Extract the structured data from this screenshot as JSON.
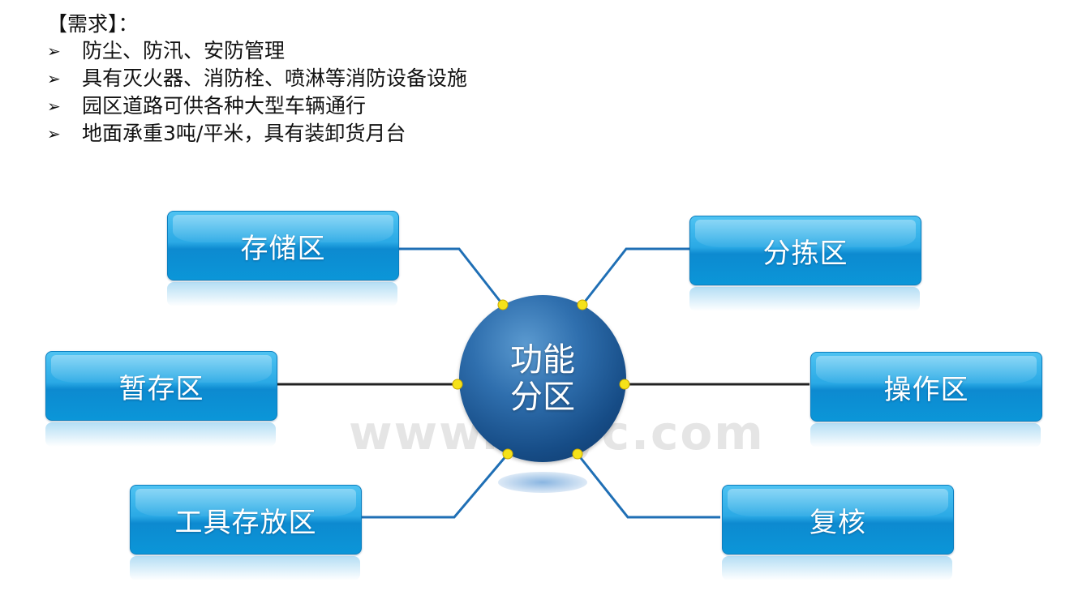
{
  "requirements": {
    "title": "【需求】：",
    "bullet_symbol": "➢",
    "items": [
      "防尘、防汛、安防管理",
      "具有灭火器、消防栓、喷淋等消防设备设施",
      "园区道路可供各种大型车辆通行",
      "地面承重3吨/平米，具有装卸货月台"
    ]
  },
  "diagram": {
    "hub_line1": "功能",
    "hub_line2": "分区",
    "zones": {
      "storage": "存储区",
      "temporary": "暂存区",
      "tools": "工具存放区",
      "sorting": "分拣区",
      "operation": "操作区",
      "recheck": "复核"
    },
    "watermark": "www.50yc.com",
    "colors": {
      "zone_fill": "#1fa3e1",
      "hub_fill": "#1f5c9b",
      "connector_blue": "#1f6fb5",
      "connector_dark": "#222222",
      "node_dot": "#f5e21a"
    }
  }
}
